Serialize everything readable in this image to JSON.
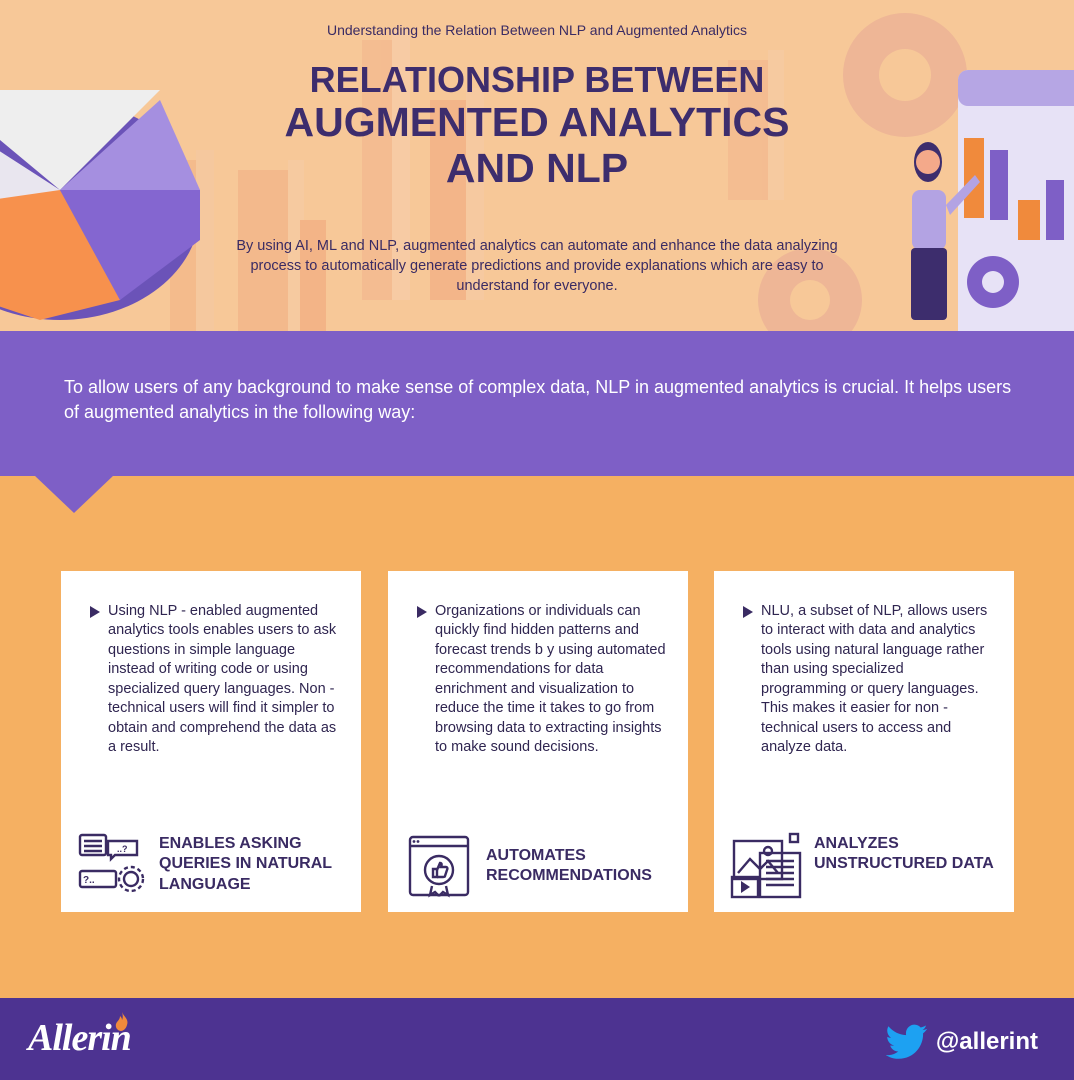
{
  "header": {
    "eyebrow": "Understanding the Relation Between NLP and Augmented Analytics",
    "title_line1": "RELATIONSHIP BETWEEN",
    "title_line2": "AUGMENTED ANALYTICS",
    "title_line3": "AND NLP",
    "subtitle": "By using AI, ML and NLP, augmented analytics can automate and enhance the data analyzing process to automatically generate predictions and provide explanations which are easy to understand for everyone."
  },
  "intro": {
    "text": "To allow users of any background to make sense of complex data, NLP in augmented analytics is crucial. It helps users of augmented analytics in the following way:"
  },
  "cards": [
    {
      "body": "Using NLP - enabled augmented analytics tools enables users to ask questions in simple language instead of writing code or using specialized query languages. Non - technical users will find it simpler to obtain and comprehend the data as a result.",
      "label": "ENABLES ASKING QUERIES IN NATURAL LANGUAGE",
      "icon": "chat-query-icon"
    },
    {
      "body": "Organizations or individuals can quickly find hidden patterns and forecast trends b y using automated recommendations for data enrichment and visualization to reduce the time it takes to go from browsing data to extracting insights to make sound decisions.",
      "label": "AUTOMATES RECOMMENDATIONS",
      "icon": "thumbs-up-badge-icon"
    },
    {
      "body": "NLU, a subset of NLP, allows users to interact with data and analytics tools using natural language rather than using specialized programming or query languages. This makes it easier for non - technical users to access and analyze data.",
      "label": "ANALYZES UNSTRUCTURED DATA",
      "icon": "media-document-icon"
    }
  ],
  "footer": {
    "brand": "Allerin",
    "handle": "@allerint"
  },
  "colors": {
    "hero_bg": "#f7c898",
    "intro_bg": "#7e5fc6",
    "body_bg": "#f5b062",
    "footer_bg": "#4d3391",
    "title": "#3d2d6d",
    "accent_orange": "#f08a3c",
    "twitter_blue": "#1da1f2"
  }
}
